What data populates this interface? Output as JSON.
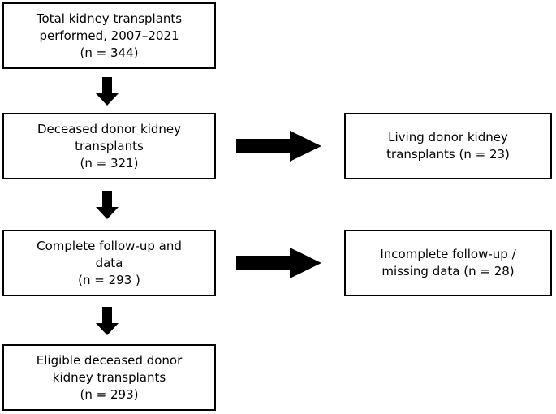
{
  "diagram": {
    "boxes": {
      "total": {
        "line1": "Total kidney transplants",
        "line2": "performed, 2007–2021",
        "line3": "(n = 344)"
      },
      "deceased": {
        "line1": "Deceased donor kidney",
        "line2": "transplants",
        "line3": "(n = 321)"
      },
      "complete": {
        "line1": "Complete follow-up and",
        "line2": "data",
        "line3": "(n = 293 )"
      },
      "eligible": {
        "line1": "Eligible deceased donor",
        "line2": "kidney transplants",
        "line3": "(n = 293)"
      },
      "living": {
        "line1": "Living donor kidney",
        "line2": "transplants (n = 23)"
      },
      "incomplete": {
        "line1": "Incomplete follow-up /",
        "line2": "missing data (n = 28)"
      }
    },
    "colors": {
      "stroke": "#000000",
      "arrow": "#000000",
      "background": "#ffffff"
    }
  }
}
